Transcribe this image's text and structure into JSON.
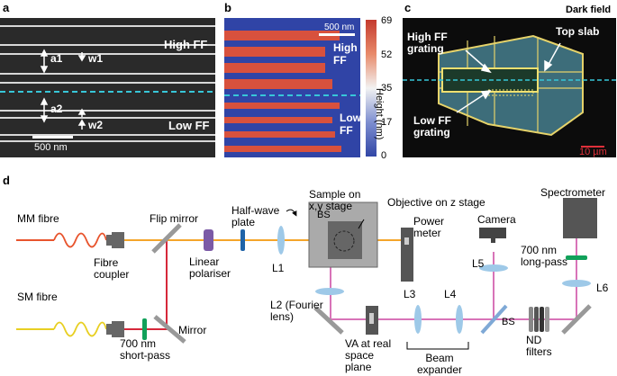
{
  "panels": {
    "a": {
      "label": "a",
      "high_ff": "High FF",
      "low_ff": "Low FF",
      "a1": "a1",
      "w1": "w1",
      "a2": "a2",
      "w2": "w2",
      "scale_bar": "500 nm"
    },
    "b": {
      "label": "b",
      "scale_bar": "500 nm",
      "high_ff": "High FF",
      "low_ff": "Low FF",
      "colorbar_title": "Height (nm)",
      "colorbar_ticks": [
        "69",
        "52",
        "35",
        "17",
        "0"
      ]
    },
    "c": {
      "label": "c",
      "mode": "Dark field",
      "high_ff_grating": "High FF grating",
      "low_ff_grating": "Low FF grating",
      "top_slab": "Top slab",
      "scale_bar": "10 µm"
    },
    "d": {
      "label": "d",
      "mm_fibre": "MM fibre",
      "sm_fibre": "SM fibre",
      "fibre_coupler": "Fibre coupler",
      "flip_mirror": "Flip mirror",
      "mirror": "Mirror",
      "short_pass": "700 nm short-pass",
      "linear_polariser": "Linear polariser",
      "half_wave_plate": "Half-wave plate",
      "l1": "L1",
      "sample_stage": "Sample on x,y stage",
      "bs": "BS",
      "objective": "Objective on z stage",
      "power_meter": "Power meter",
      "l2": "L2 (Fourier lens)",
      "l3": "L3",
      "l4": "L4",
      "l5": "L5",
      "l6": "L6",
      "va_plane": "VA at real space plane",
      "beam_expander": "Beam expander",
      "camera": "Camera",
      "bs2": "BS",
      "nd_filters": "ND filters",
      "long_pass": "700 nm long-pass",
      "spectrometer": "Spectrometer"
    }
  },
  "colors": {
    "orange_beam": "#f4a52a",
    "red_beam": "#d6283a",
    "pink_beam": "#d873b8",
    "lens_blue": "#9ec9e8",
    "filter_green": "#11a15a",
    "polariser_purple": "#7b5aa6",
    "waveplate_blue": "#1f63a8"
  }
}
